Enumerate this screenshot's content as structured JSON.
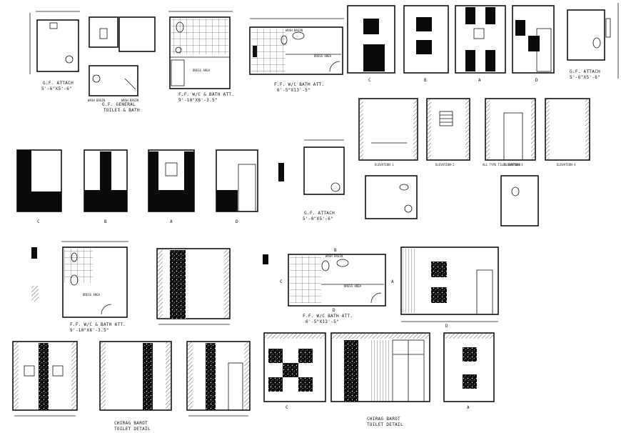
{
  "sheet": {
    "title": "Toilet and bath tile layout detail drawings",
    "background": "#ffffff",
    "ink": "#111111"
  },
  "plans": {
    "gf_attach_1": {
      "title": "G.F. ATTACH",
      "size": "5'-6\"X5'-6\""
    },
    "gf_general": {
      "title": "G.F. GENERAL",
      "subtitle": "TOILET & BATH",
      "tags": [
        "WASH BASIN",
        "WASH BASIN"
      ]
    },
    "ff_wc_bath_1": {
      "title": "F.F. W/C & BATH ATT.",
      "size": "9'-10\"X8'-3.5\"",
      "dress_area": "DRESS AREA"
    },
    "ff_wc_bath_2": {
      "title": "F.F. W/C BATH ATT.",
      "size": "6'-5\"X13'-5\"",
      "tags": [
        "WASH BASIN",
        "DRESS AREA"
      ]
    },
    "gf_attach_2": {
      "title": "G.F. ATTACH",
      "size": "5'-6\"X5'-6\""
    },
    "gf_attach_3": {
      "title": "G.F. ATTACH",
      "size": "5'-0\"X5'-6\""
    },
    "ff_wc_bath_3": {
      "title": "F.F. W/C & BATH ATT.",
      "size": "9'-10\"X8'-3.5\"",
      "dress_area": "DRESS AREA"
    },
    "ff_wc_bath_4": {
      "title": "F.F. W/C BATH ATT.",
      "size": "6'-5\"X13'-5\"",
      "tags": [
        "WASH BASIN",
        "DRESS AREA"
      ]
    }
  },
  "elevation_labels": {
    "row1": [
      "C",
      "B",
      "A",
      "D"
    ],
    "row2": [
      "C",
      "B",
      "A",
      "D"
    ],
    "row3": [
      "ELEVATION-1",
      "ELEVATION-2",
      "ALL TYPE TILES 600*600",
      "ELEVATION-3",
      "ELEVATION-4"
    ]
  },
  "bottom": {
    "detail_1": {
      "title": "CHIRAG BAROT",
      "subtitle": "TOILET DETAIL"
    },
    "detail_2": {
      "title": "CHIRAG BAROT",
      "subtitle": "TOILET DETAIL"
    },
    "elev_labels": [
      "D",
      "C",
      "A"
    ],
    "ff_labels": [
      "C",
      "A",
      "B",
      "D"
    ]
  }
}
